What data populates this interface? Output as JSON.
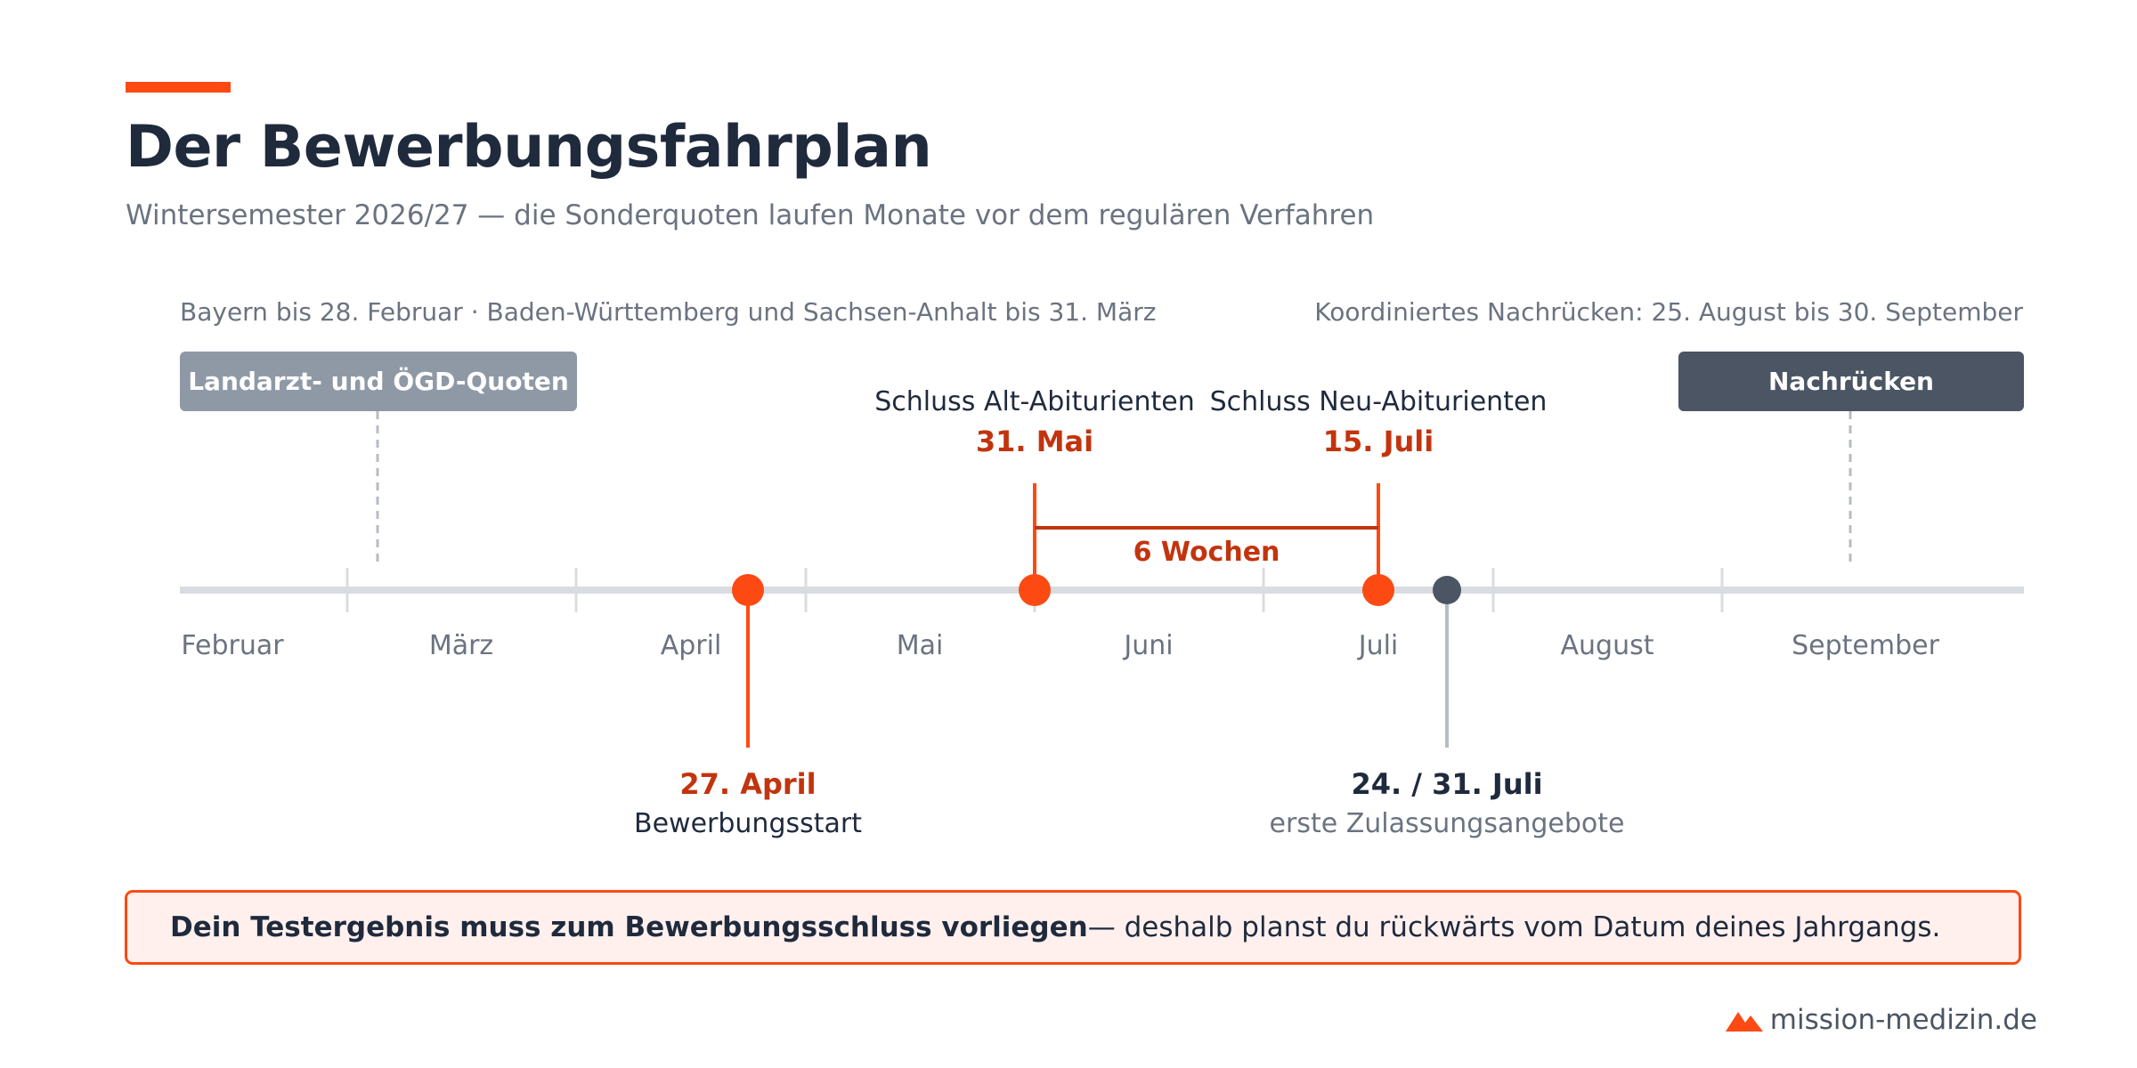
{
  "header": {
    "title": "Der Bewerbungsfahrplan",
    "subtitle": "Wintersemester 2026/27 — die Sonderquoten laufen Monate vor dem regulären Verfahren"
  },
  "notes": {
    "left": "Bayern bis 28. Februar · Baden-Württemberg und Sachsen-Anhalt bis 31. März",
    "right": "Koordiniertes Nachrücken: 25. August bis 30. September"
  },
  "phases": {
    "quota_label": "Landarzt- und ÖGD-Quoten",
    "nachruecken_label": "Nachrücken"
  },
  "months": [
    "Februar",
    "März",
    "April",
    "Mai",
    "Juni",
    "Juli",
    "August",
    "September"
  ],
  "events": {
    "start": {
      "date": "27. April",
      "label": "Bewerbungsstart"
    },
    "alt": {
      "label": "Schluss Alt-Abiturienten",
      "date": "31. Mai"
    },
    "neu": {
      "label": "Schluss Neu-Abiturienten",
      "date": "15. Juli"
    },
    "offers": {
      "date": "24. / 31. Juli",
      "label": "erste Zulassungsangebote"
    },
    "gap_label": "6 Wochen"
  },
  "callout": {
    "bold": "Dein Testergebnis muss zum Bewerbungsschluss vorliegen",
    "rest": " — deshalb planst du rückwärts vom Datum deines Jahrgangs."
  },
  "brand": {
    "text": "mission-medizin.de",
    "icon": "mountain-icon"
  },
  "colors": {
    "accent": "#fc4a12",
    "dark": "#1f2a3c",
    "muted": "#6b7380",
    "gray_pill": "#8f99a6",
    "dark_pill": "#4b5563"
  }
}
